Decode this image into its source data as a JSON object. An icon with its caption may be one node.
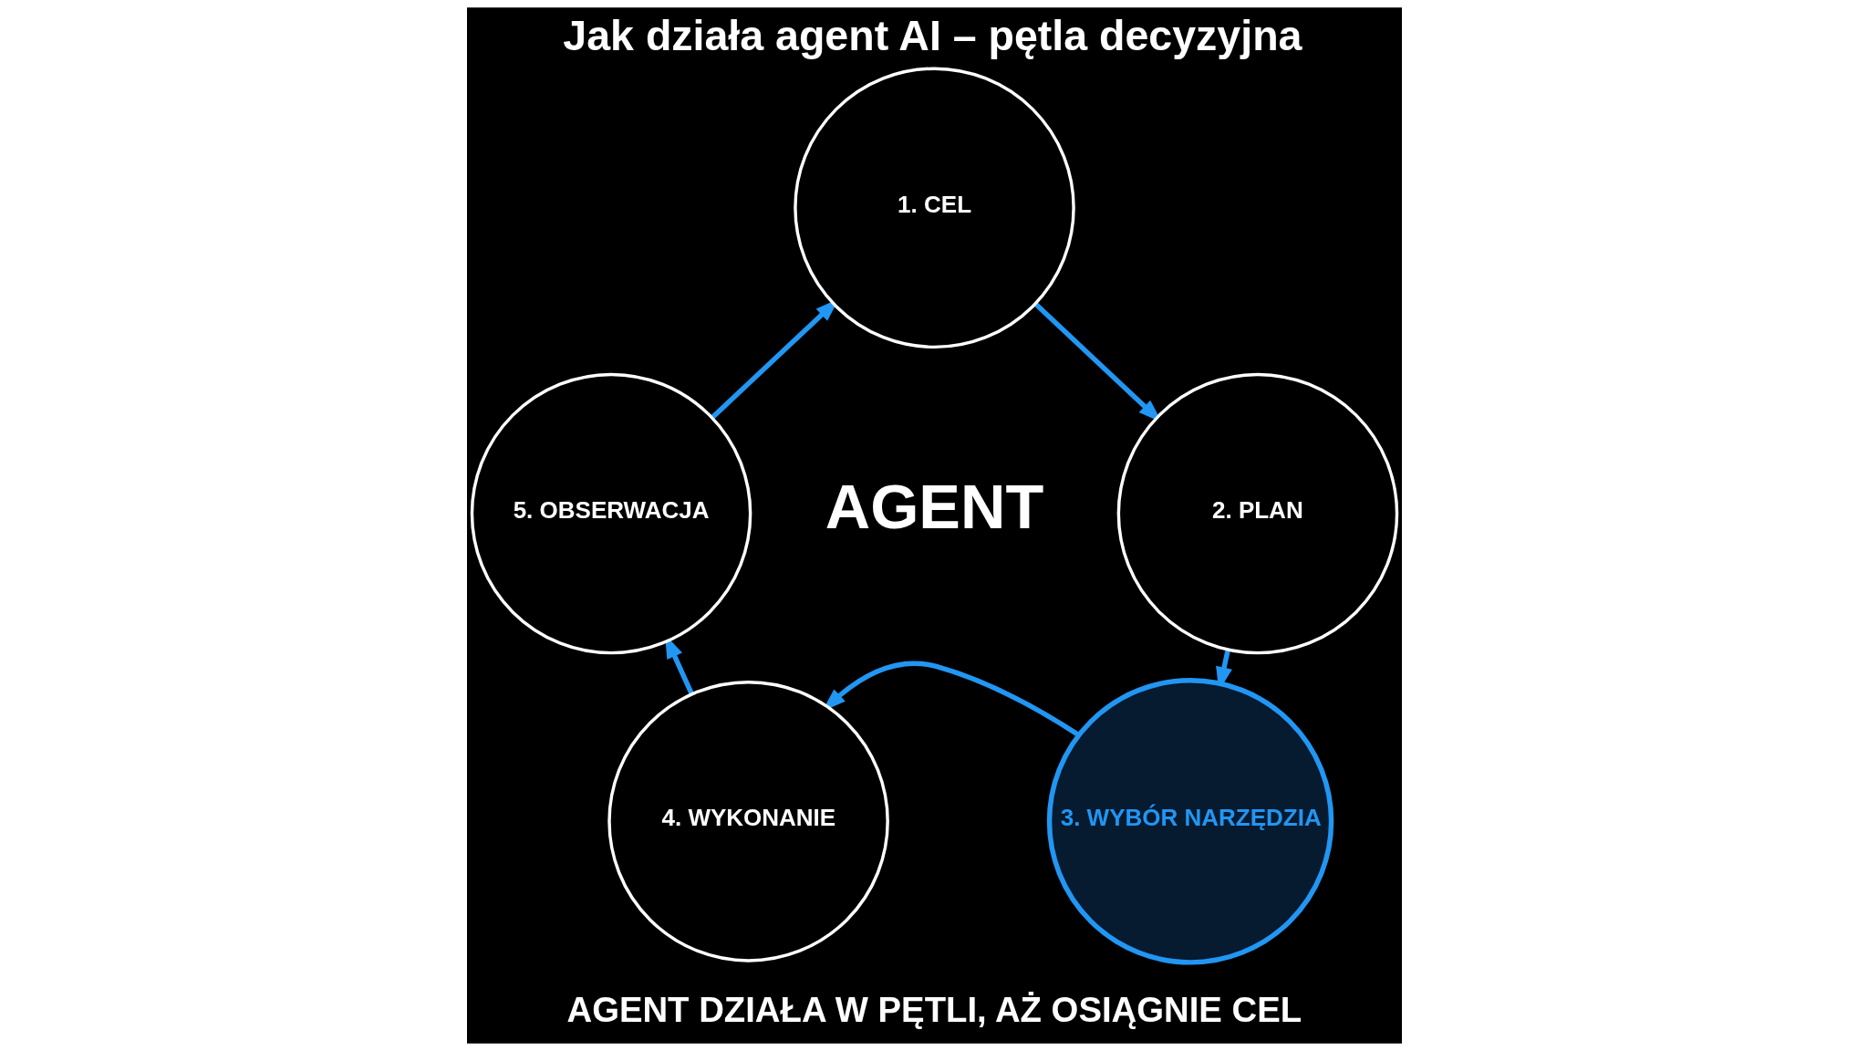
{
  "diagram": {
    "title": "Jak działa agent AI – pętla decyzyjna",
    "caption": "AGENT DZIAŁA W PĘTLI, AŻ OSIĄGNIE CEL",
    "nodes": [
      {
        "text": [
          "1. CEL"
        ]
      },
      {
        "text": [
          "2. PLAN"
        ]
      },
      {
        "text": [
          "3. WYBÓR NARZĘDZIA"
        ]
      },
      {
        "text": [
          "4. WYKONANIE"
        ]
      },
      {
        "text": [
          "5. OBSERWACJA"
        ]
      }
    ],
    "edges": [
      {
        "from": 0,
        "to": 1,
        "arrow": "to"
      },
      {
        "from": 1,
        "to": 2,
        "arrow": "to"
      },
      {
        "from": 2,
        "to": 3,
        "arrow": "to"
      },
      {
        "from": 3,
        "to": 4,
        "arrow": "to"
      },
      {
        "from": 4,
        "to": 0,
        "arrow": "to"
      }
    ],
    "labels": [
      "AGENT"
    ]
  }
}
